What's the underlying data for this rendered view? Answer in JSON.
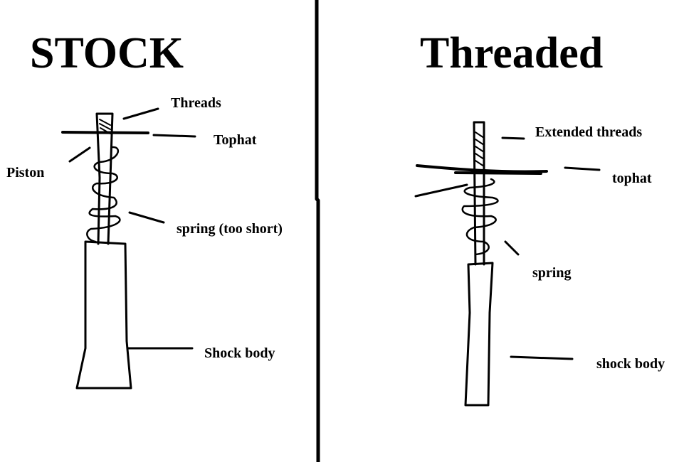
{
  "stock": {
    "title": "STOCK",
    "labels": {
      "threads": "Threads",
      "tophat": "Tophat",
      "piston": "Piston",
      "spring": "spring (too short)",
      "shock_body": "Shock body"
    }
  },
  "threaded": {
    "title": "Threaded",
    "labels": {
      "extended_threads": "Extended threads",
      "tophat": "tophat",
      "spring": "spring",
      "shock_body": "shock body"
    }
  }
}
